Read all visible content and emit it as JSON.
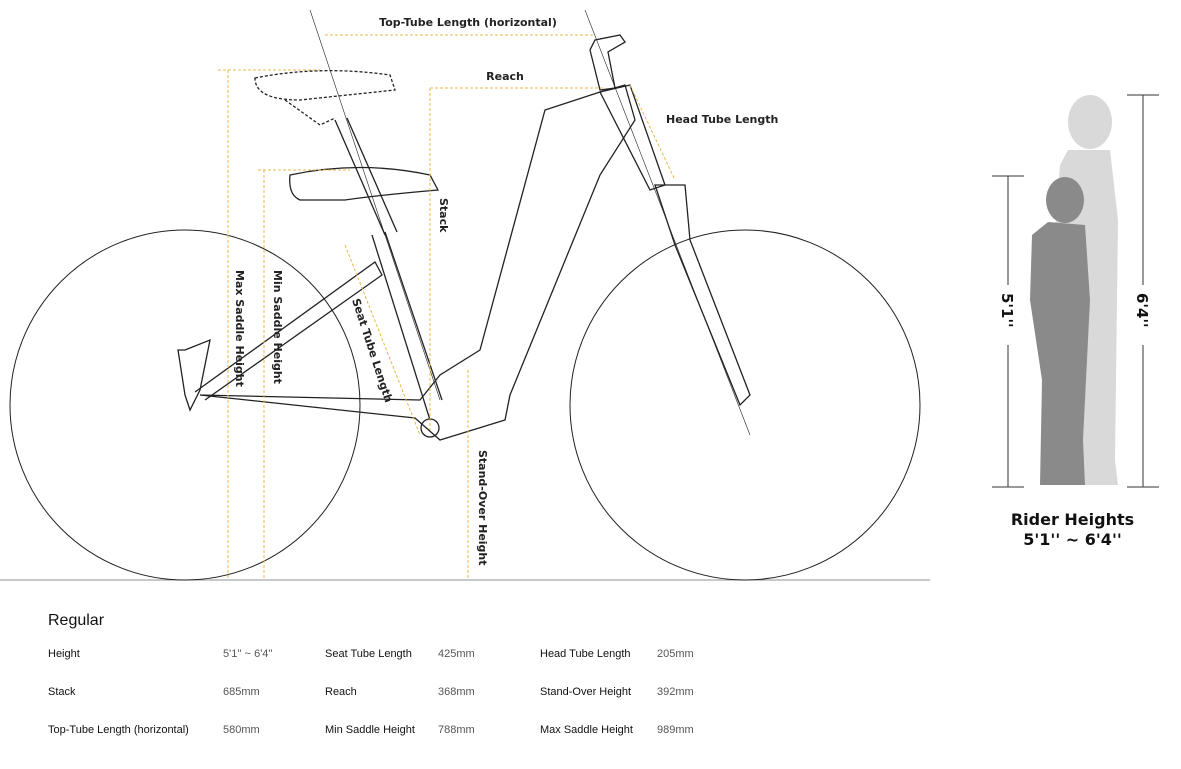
{
  "diagram": {
    "labels": {
      "top_tube": "Top-Tube Length (horizontal)",
      "reach": "Reach",
      "head_tube": "Head Tube Length",
      "stack": "Stack",
      "max_saddle": "Max Saddle Height",
      "min_saddle": "Min Saddle Height",
      "seat_tube": "Seat Tube Length",
      "stand_over": "Stand-Over Height"
    },
    "colors": {
      "guide": "#e8b84a",
      "line": "#222222",
      "rider_short": "#8a8a8a",
      "rider_tall": "#d9d9d9"
    }
  },
  "riders": {
    "short_label": "5'1''",
    "tall_label": "6'4''",
    "title": "Rider Heights",
    "range": "5'1'' ~ 6'4''"
  },
  "specs": {
    "title": "Regular",
    "rows": [
      [
        {
          "k": "Height",
          "v": "5'1'' ~ 6'4''"
        },
        {
          "k": "Seat Tube Length",
          "v": "425mm"
        },
        {
          "k": "Head Tube Length",
          "v": "205mm"
        }
      ],
      [
        {
          "k": "Stack",
          "v": "685mm"
        },
        {
          "k": "Reach",
          "v": "368mm"
        },
        {
          "k": "Stand-Over Height",
          "v": "392mm"
        }
      ],
      [
        {
          "k": "Top-Tube Length (horizontal)",
          "v": "580mm"
        },
        {
          "k": "Min Saddle Height",
          "v": "788mm"
        },
        {
          "k": "Max Saddle Height",
          "v": "989mm"
        }
      ]
    ]
  }
}
